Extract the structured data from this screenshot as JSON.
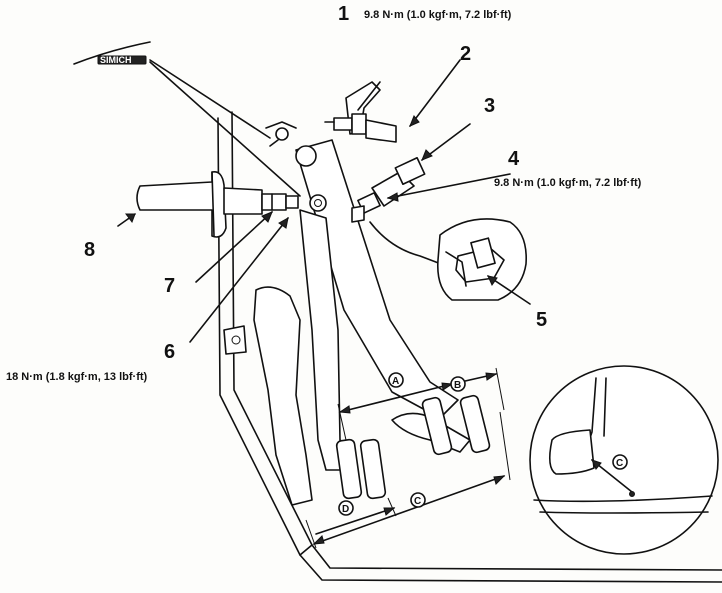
{
  "callouts": {
    "c1": "1",
    "c2": "2",
    "c3": "3",
    "c4": "4",
    "c5": "5",
    "c6": "6",
    "c7": "7",
    "c8": "8"
  },
  "torques": {
    "t1": "9.8 N·m (1.0 kgf·m, 7.2 lbf·ft)",
    "t4": "9.8 N·m (1.0 kgf·m, 7.2 lbf·ft)",
    "t6": "18 N·m (1.8 kgf·m, 13 lbf·ft)"
  },
  "dimensions": {
    "A": "A",
    "B": "B",
    "C": "C",
    "D": "D",
    "C_detail": "C"
  },
  "ink_label": "SIMICH"
}
